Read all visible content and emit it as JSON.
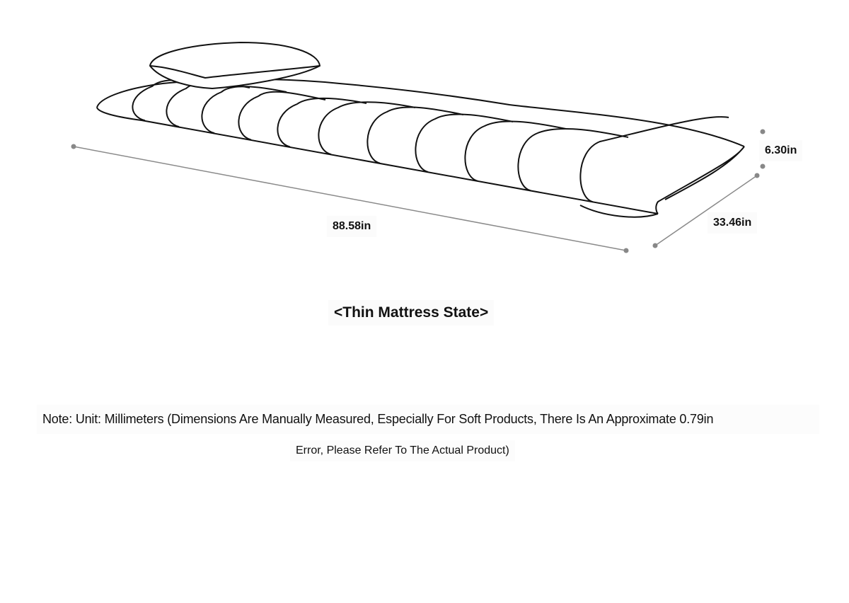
{
  "dimensions": {
    "length": "88.58in",
    "width": "33.46in",
    "height": "6.30in"
  },
  "caption": "<Thin Mattress State>",
  "note": {
    "line1": "Note: Unit: Millimeters (Dimensions Are Manually Measured, Especially For Soft Products, There Is An Approximate 0.79in",
    "line2": "Error, Please Refer To The Actual Product)"
  },
  "colors": {
    "outline": "#111111",
    "dimension": "#8a8a8a"
  }
}
